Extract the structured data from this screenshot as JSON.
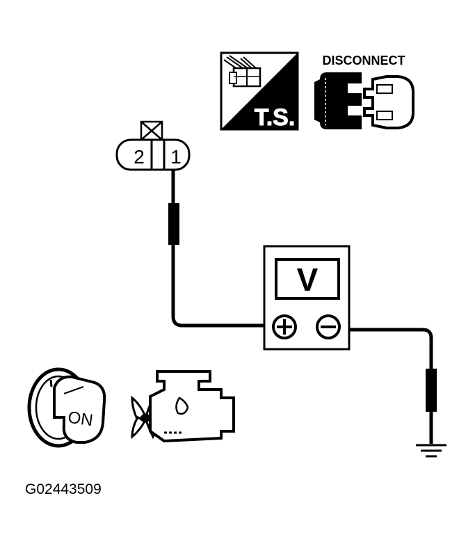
{
  "icons": {
    "test_symbol": {
      "label": "T.S.",
      "icon": "terminal-test-icon"
    },
    "disconnect": {
      "label": "DISCONNECT",
      "icon": "disconnect-connector-icon"
    }
  },
  "connector": {
    "pins": [
      "2",
      "1"
    ],
    "icon": "connector-pinout-icon"
  },
  "meter": {
    "label": "V",
    "positive_symbol": "+",
    "negative_symbol": "−",
    "icon": "voltmeter-icon"
  },
  "ignition": {
    "label": "ON",
    "icon": "ignition-key-icon"
  },
  "engine": {
    "icon": "engine-icon"
  },
  "ground": {
    "icon": "ground-icon"
  },
  "figure_id": "G02443509",
  "colors": {
    "ink": "#000000",
    "paper": "#ffffff"
  }
}
